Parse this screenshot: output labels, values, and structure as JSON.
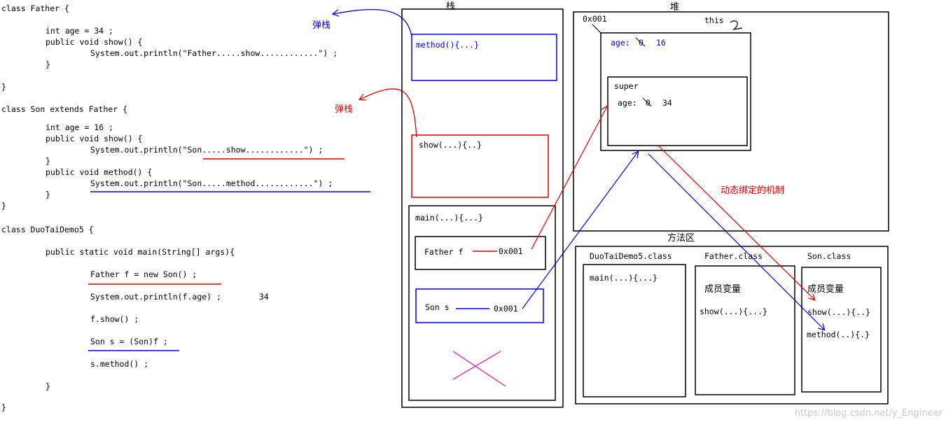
{
  "code": {
    "lines": [
      "class Father {",
      "int age = 34 ;",
      "public void show() {",
      "System.out.println(\"Father.....show............\") ;",
      "}",
      "}",
      "class Son extends Father {",
      "int age = 16 ;",
      "public void show() {",
      "System.out.println(\"Son.....show............\") ;",
      "}",
      "public void method() {",
      "System.out.println(\"Son.....method............\") ;",
      "}",
      "}",
      "class DuoTaiDemo5 {",
      "public static void main(String[] args){",
      "Father f = new Son() ;",
      "System.out.println(f.age) ;",
      "34",
      "f.show() ;",
      "Son s = (Son)f ;",
      "s.method() ;",
      "}",
      "}"
    ],
    "pop_blue": "弹栈",
    "pop_red": "弹栈"
  },
  "stack": {
    "title": "栈",
    "frame_method": "method(){...}",
    "frame_show": "show(...){..}",
    "frame_main": "main(...){...}",
    "var_father": "Father f",
    "addr_father": "0x001",
    "var_son": "Son s",
    "addr_son": "0x001"
  },
  "heap": {
    "title": "堆",
    "address": "0x001",
    "this_label": "this",
    "age_field": "age:",
    "age_old": "0",
    "age_new": "16",
    "super_label": "super",
    "super_age_field": "age:",
    "super_age_old": "0",
    "super_age_new": "34",
    "binding_note": "动态绑定的机制"
  },
  "method_area": {
    "title": "方法区",
    "demo_class": "DuoTaiDemo5.class",
    "demo_main": "main(...){...}",
    "father_class": "Father.class",
    "father_members": "成员变量",
    "father_show": "show(...){...}",
    "son_class": "Son.class",
    "son_members": "成员变量",
    "son_show": "show(...){..}",
    "son_method": "method(..){.}"
  },
  "watermark": "https://blog.csdn.net/y_Engineer",
  "colors": {
    "red": "#e00000",
    "blue": "#0000dd",
    "pink": "#e0208a",
    "black": "#000000",
    "watermark": "#c8c8c8"
  }
}
